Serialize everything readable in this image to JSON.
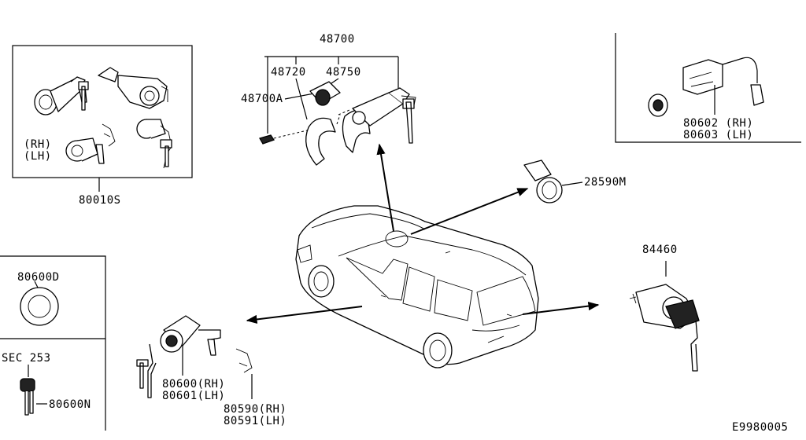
{
  "labels": {
    "p48700": "48700",
    "p48720": "48720",
    "p48750": "48750",
    "p48700a": "48700A",
    "p80010s": "80010S",
    "rh1": "(RH)",
    "lh1": "(LH)",
    "p28590m": "28590M",
    "p80602": "80602 (RH)",
    "p80603": "80603 (LH)",
    "p84460": "84460",
    "p80600d": "80600D",
    "sec253": "SEC 253",
    "p80600n": "80600N",
    "p80600": "80600(RH)",
    "p80601": "80601(LH)",
    "p80590": "80590(RH)",
    "p80591": "80591(LH)",
    "code": "E9980005"
  }
}
